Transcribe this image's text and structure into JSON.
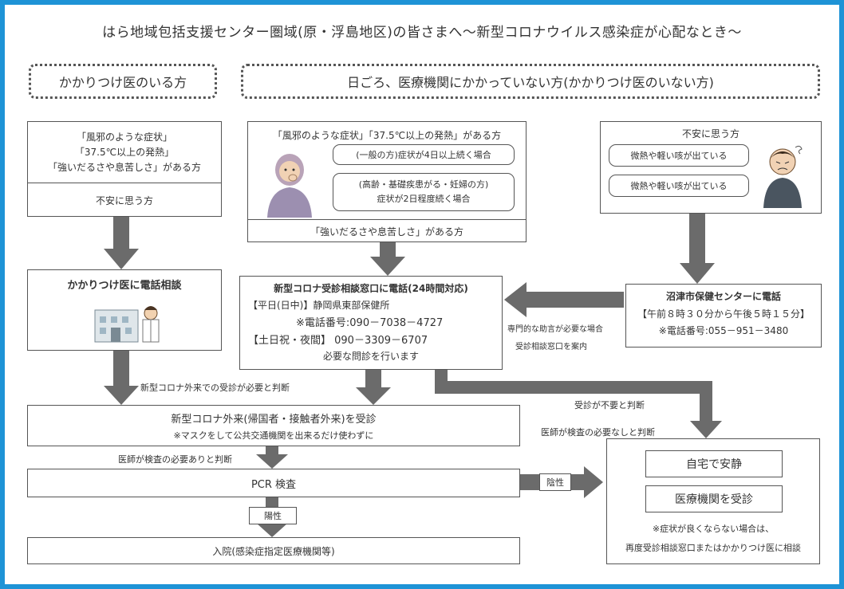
{
  "title": "はら地域包括支援センター圏域(原・浮島地区)の皆さまへ～新型コロナウイルス感染症が心配なとき～",
  "header_left": "かかりつけ医のいる方",
  "header_right": "日ごろ、医療機関にかかっていない方(かかりつけ医のいない方)",
  "left_column": {
    "symptoms": [
      "「風邪のような症状」",
      "「37.5℃以上の発熱」",
      "「強いだるさや息苦しさ」がある方"
    ],
    "anxious": "不安に思う方",
    "consult_title": "かかりつけ医に電話相談"
  },
  "middle_column": {
    "symptom_title": "「風邪のような症状」「37.5℃以上の発熱」がある方",
    "case_general": "(一般の方)症状が4日以上続く場合",
    "case_elderly_line1": "(高齢・基礎疾患がる・妊婦の方)",
    "case_elderly_line2": "症状が2日程度続く場合",
    "severe": "「強いだるさや息苦しさ」がある方",
    "hotline_title": "新型コロナ受診相談窓口に電話(24時間対応)",
    "weekday": "【平日(日中)】静岡県東部保健所",
    "weekday_phone": "※電話番号:090－7038－4727",
    "holiday": "【土日祝・夜間】 090－3309－6707",
    "hotline_note": "必要な問診を行います"
  },
  "right_column": {
    "anxious": "不安に思う方",
    "symptom1": "微熱や軽い咳が出ている",
    "symptom2": "微熱や軽い咳が出ている",
    "center_title": "沼津市保健センターに電話",
    "center_hours": "【午前８時３０分から午後５時１５分】",
    "center_phone": "※電話番号:055－951－3480"
  },
  "referral_label_1": "専門的な助言が必要な場合",
  "referral_label_2": "受診相談窓口を案内",
  "judge_needed": "新型コロナ外来での受診が必要と判断",
  "judge_not_needed": "受診が不要と判断",
  "doctor_no_test": "医師が検査の必要なしと判断",
  "doctor_test": "医師が検査の必要ありと判断",
  "outpatient_title": "新型コロナ外来(帰国者・接触者外来)を受診",
  "outpatient_note": "※マスクをして公共交通機関を出来るだけ使わずに",
  "pcr": "PCR 検査",
  "negative": "陰性",
  "positive": "陽性",
  "hospitalization": "入院(感染症指定医療機関等)",
  "home_rest": "自宅で安静",
  "visit_clinic": "医療機関を受診",
  "final_note_1": "※症状が良くならない場合は、",
  "final_note_2": "再度受診相談窓口またはかかりつけ医に相談",
  "colors": {
    "border": "#1e93d6",
    "arrow": "#6b6b6b"
  }
}
